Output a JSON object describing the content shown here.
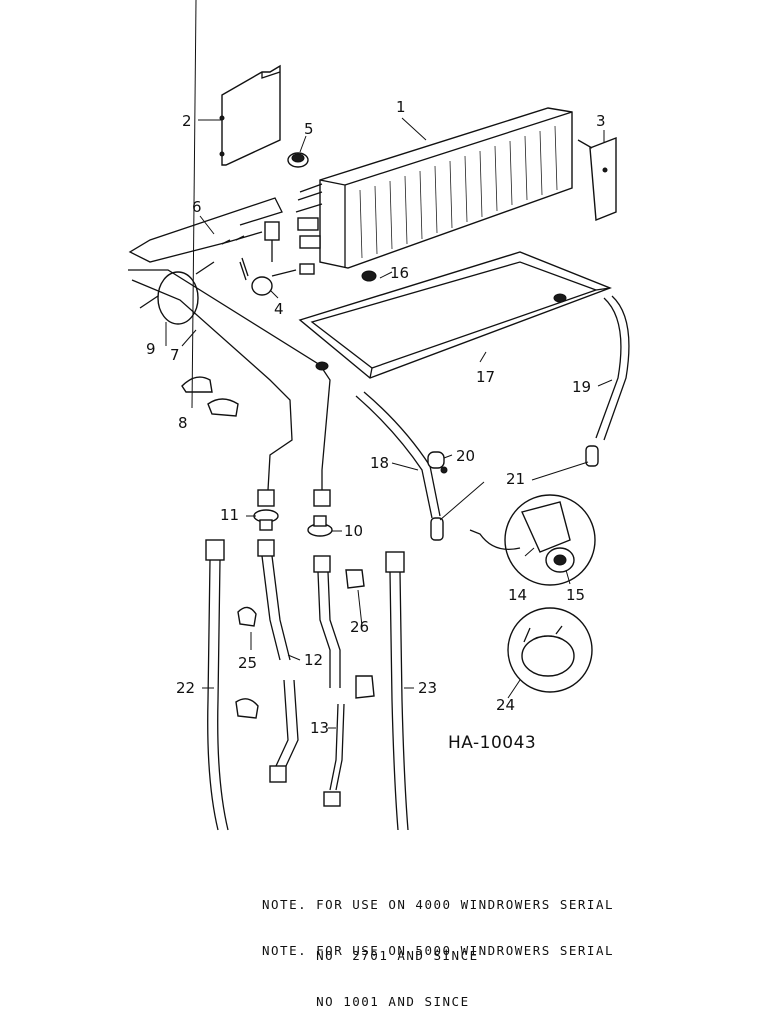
{
  "drawing_number": "HA-10043",
  "callouts": {
    "c1": "1",
    "c2": "2",
    "c3": "3",
    "c4": "4",
    "c5": "5",
    "c6": "6",
    "c7": "7",
    "c8": "8",
    "c9": "9",
    "c10": "10",
    "c11": "11",
    "c12": "12",
    "c13": "13",
    "c14": "14",
    "c15": "15",
    "c16": "16",
    "c17": "17",
    "c18": "18",
    "c19": "19",
    "c20": "20",
    "c21": "21",
    "c22": "22",
    "c23": "23",
    "c24": "24",
    "c25": "25",
    "c26": "26"
  },
  "notes": {
    "note1_line1": "NOTE. FOR USE ON 4000 WINDROWERS SERIAL",
    "note1_line2": "      NO  2701 AND SINCE",
    "note2_line1": "NOTE. FOR USE ON 5000 WINDROWERS SERIAL",
    "note2_line2": "      NO 1001 AND SINCE"
  }
}
